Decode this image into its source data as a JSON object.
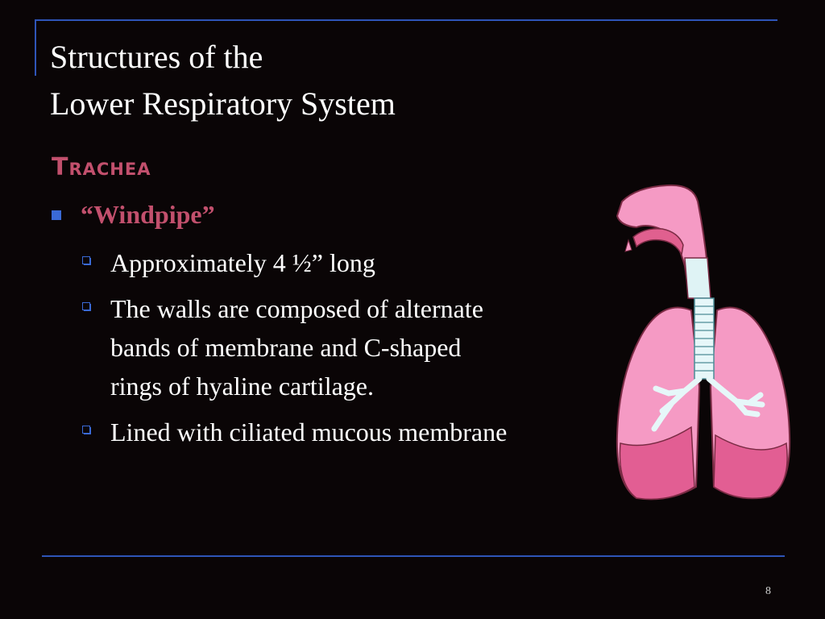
{
  "slide": {
    "title_line1": "Structures of the",
    "title_line2": "Lower Respiratory System",
    "section_heading": "Trachea",
    "bullet_main": "“Windpipe”",
    "sub_bullets": [
      "Approximately 4 ½” long",
      "The walls are composed of alternate",
      "bands of membrane and C-shaped",
      "rings of hyaline cartilage.",
      "Lined with ciliated mucous membrane"
    ],
    "page_number": "8"
  },
  "colors": {
    "background": "#0a0506",
    "accent_rule": "#2e55b8",
    "heading_pink": "#c2506d",
    "bullet_blue": "#3a6ad6",
    "lung_pink": "#f59ac4"
  },
  "icons": {
    "main_bullet": "square-bullet-icon",
    "sub_bullet": "checkbox-bullet-icon",
    "illustration": "lungs-trachea-illustration"
  }
}
